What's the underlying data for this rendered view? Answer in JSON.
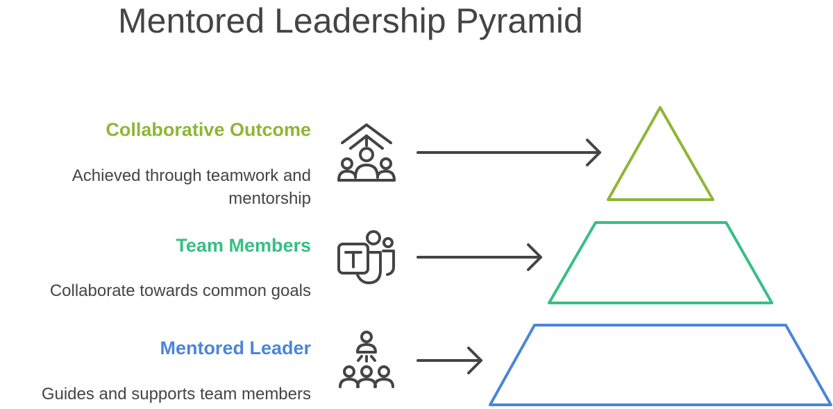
{
  "title": "Mentored Leadership Pyramid",
  "levels": [
    {
      "heading": "Collaborative Outcome",
      "description": "Achieved through teamwork and mentorship",
      "color": "#8db634",
      "icon": "rising-team-icon"
    },
    {
      "heading": "Team Members",
      "description": "Collaborate towards common goals",
      "color": "#36bf82",
      "icon": "teams-icon"
    },
    {
      "heading": "Mentored Leader",
      "description": "Guides and supports team members",
      "color": "#4a86d8",
      "icon": "leader-team-icon"
    }
  ]
}
